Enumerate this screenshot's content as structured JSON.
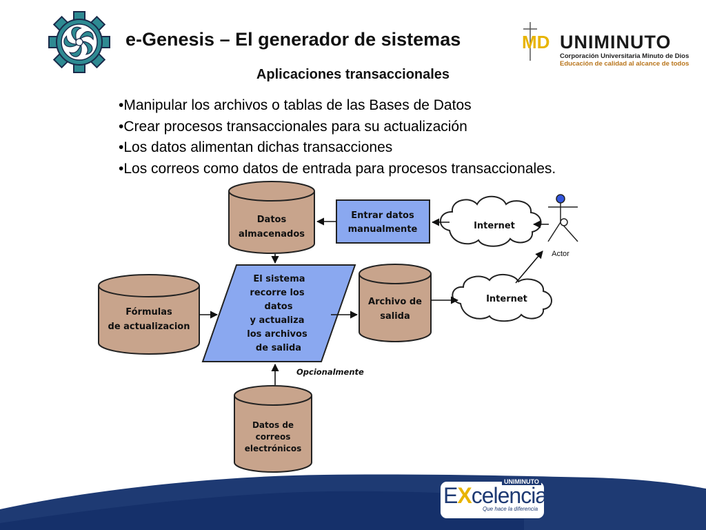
{
  "header": {
    "title": "e-Genesis – El generador de sistemas",
    "subtitle": "Aplicaciones transaccionales"
  },
  "brand": {
    "mark": "MD",
    "name": "UNIMINUTO",
    "line1": "Corporación Universitaria Minuto de Dios",
    "line2": "Educación de calidad al alcance de todos"
  },
  "bullets": [
    "•Manipular los archivos o tablas de las Bases de Datos",
    "•Crear procesos transaccionales para su actualización",
    "•Los datos alimentan dichas transacciones",
    "•Los correos como datos de entrada para procesos transaccionales."
  ],
  "diagram": {
    "stored_data": [
      "Datos",
      "almacenados"
    ],
    "manual_entry": [
      "Entrar datos",
      "manualmente"
    ],
    "internet_top": "Internet",
    "actor": "Actor",
    "formulas": [
      "Fórmulas",
      "de actualizacion"
    ],
    "system": [
      "El sistema",
      "recorre los",
      "datos",
      "y actualiza",
      "los archivos",
      "de salida"
    ],
    "output_file": [
      "Archivo de",
      "salida"
    ],
    "internet_bottom": "Internet",
    "optional": "Opcionalmente",
    "email_data": [
      "Datos de",
      "correos",
      "electrónicos"
    ]
  },
  "footer": {
    "small": "UNIMINUTO",
    "brand_e": "E",
    "brand_x": "X",
    "brand_rest": "celencia",
    "tagline": "Que hace la diferencia"
  },
  "colors": {
    "cylinder": "#c8a48c",
    "process": "#8aa8f0",
    "navy": "#1e3a73",
    "teal": "#2e8a92"
  }
}
